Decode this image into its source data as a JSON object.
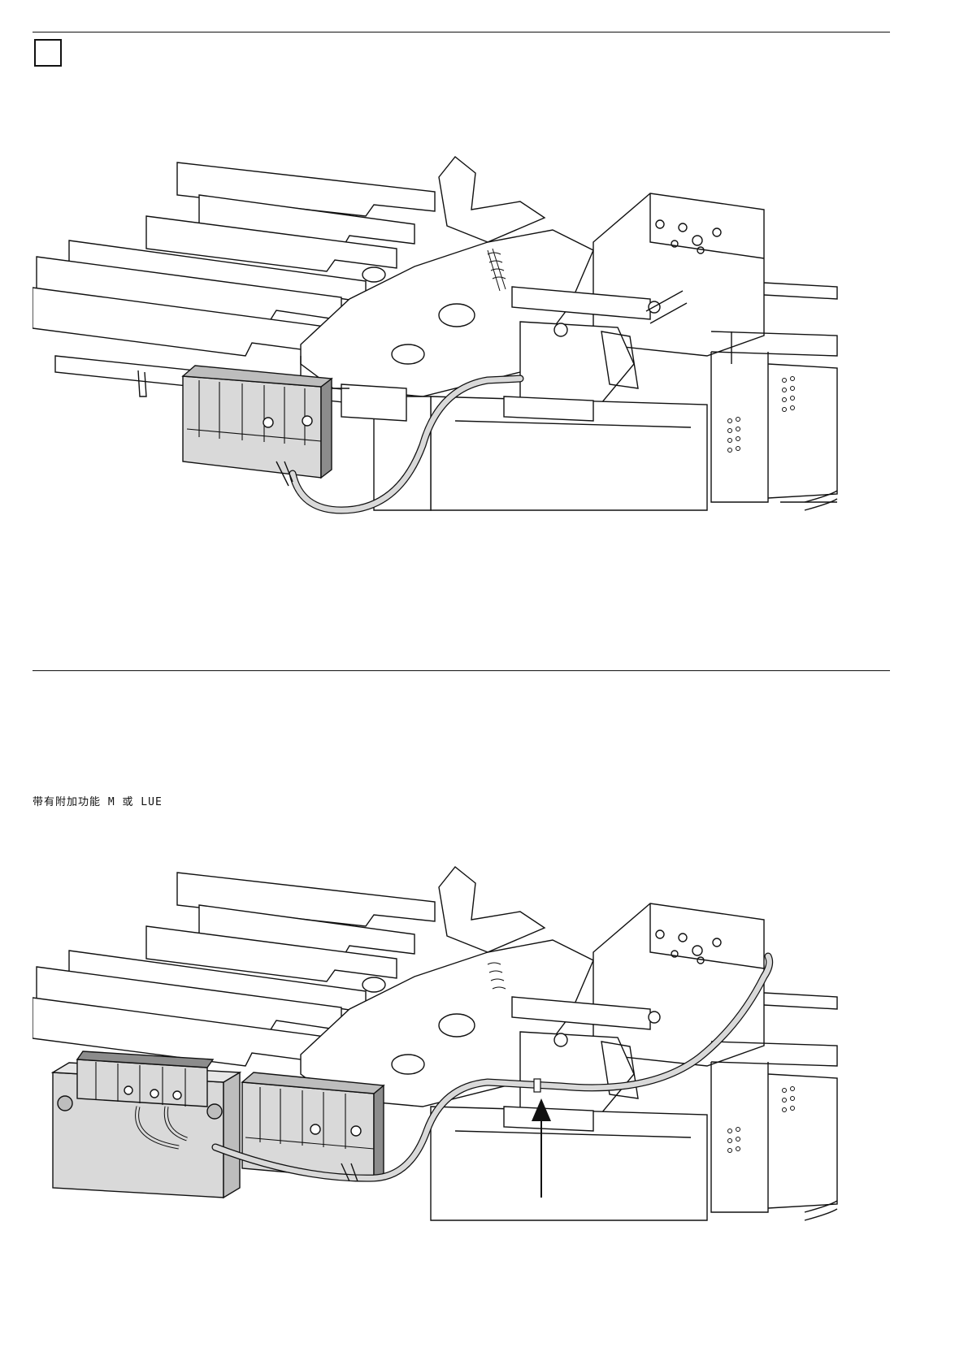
{
  "document": {
    "step_box_text": "",
    "caption": "带有附加功能 M 或 LUE"
  },
  "figures": [
    {
      "id": "wiring-standard",
      "icon": "breaker-wiring-illustration"
    },
    {
      "id": "wiring-with-option",
      "icon": "breaker-wiring-illustration-with-arrow"
    }
  ],
  "colors": {
    "line": "#111111",
    "fill_gray": "#d9d9d9",
    "fill_dark": "#8c8c8c",
    "paper": "#ffffff"
  }
}
